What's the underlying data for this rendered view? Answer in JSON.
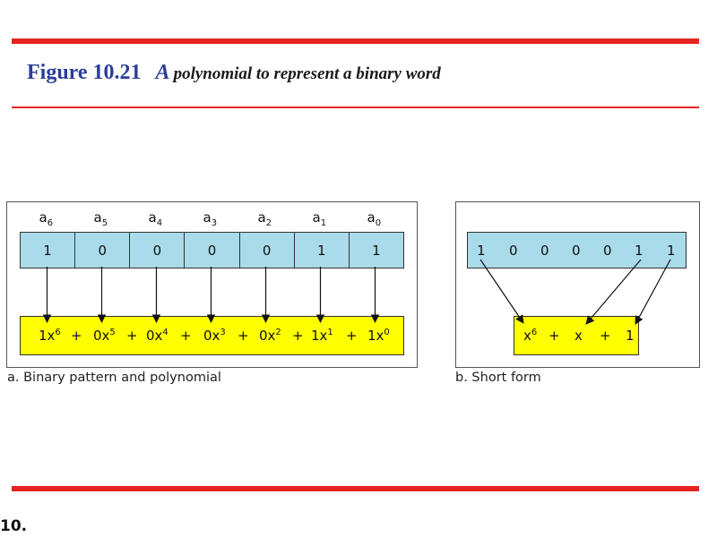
{
  "figure": {
    "number": "Figure 10.21",
    "lead": "A",
    "title": "polynomial to represent a binary word"
  },
  "panel_a": {
    "caption": "a. Binary pattern and polynomial",
    "coefficients": [
      {
        "base": "a",
        "sub": "6"
      },
      {
        "base": "a",
        "sub": "5"
      },
      {
        "base": "a",
        "sub": "4"
      },
      {
        "base": "a",
        "sub": "3"
      },
      {
        "base": "a",
        "sub": "2"
      },
      {
        "base": "a",
        "sub": "1"
      },
      {
        "base": "a",
        "sub": "0"
      }
    ],
    "bits": [
      "1",
      "0",
      "0",
      "0",
      "0",
      "1",
      "1"
    ],
    "terms": [
      {
        "coef": "1x",
        "exp": "6"
      },
      {
        "coef": "0x",
        "exp": "5"
      },
      {
        "coef": "0x",
        "exp": "4"
      },
      {
        "coef": "0x",
        "exp": "3"
      },
      {
        "coef": "0x",
        "exp": "2"
      },
      {
        "coef": "1x",
        "exp": "1"
      },
      {
        "coef": "1x",
        "exp": "0"
      }
    ],
    "plus": "+"
  },
  "panel_b": {
    "caption": "b. Short form",
    "bits": [
      "1",
      "0",
      "0",
      "0",
      "0",
      "1",
      "1"
    ],
    "terms": [
      {
        "coef": "x",
        "exp": "6"
      },
      {
        "coef": "x",
        "exp": ""
      },
      {
        "coef": "1",
        "exp": ""
      }
    ],
    "plus": "+"
  },
  "footer": {
    "page_number": "10."
  },
  "colors": {
    "rule": "#e52421",
    "title_blue": "#2c3e9a",
    "bit_fill": "#a9dbea",
    "poly_fill": "#ffff00"
  }
}
